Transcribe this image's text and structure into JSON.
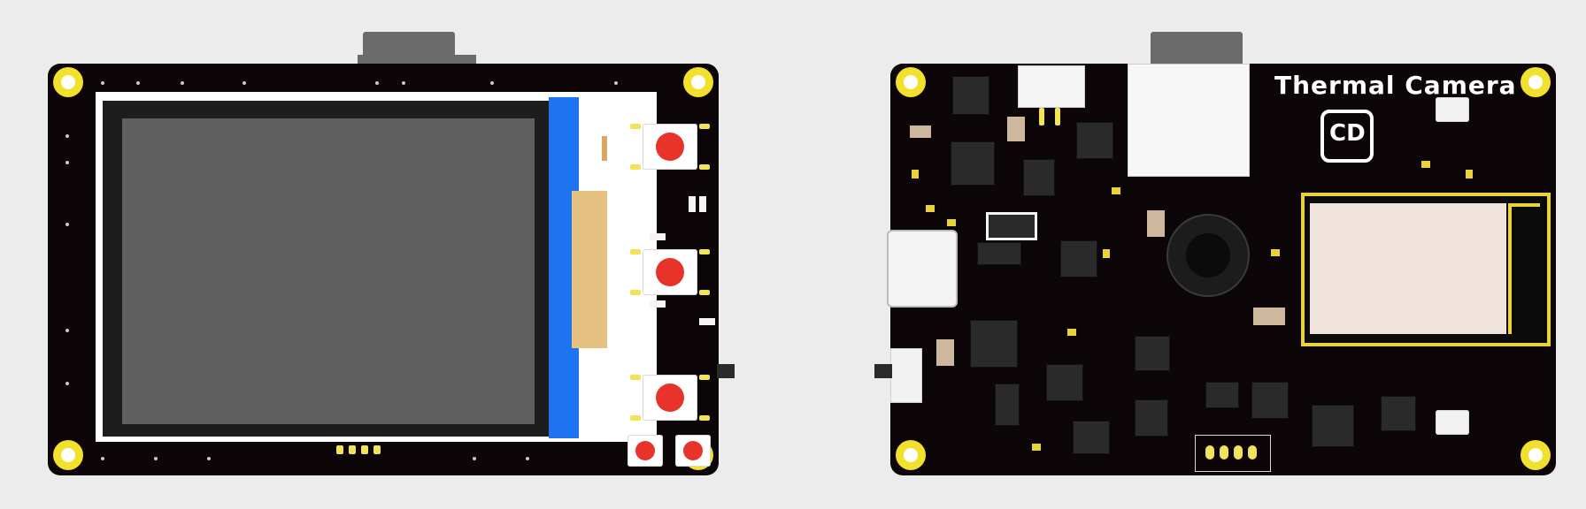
{
  "title": "Thermal Camera",
  "logo_text": "CD",
  "colors": {
    "background": "#ececec",
    "pcb": "#0d0608",
    "pad_gold": "#f1e12c",
    "button_cap": "#e8332b",
    "screen": "#5f5f5f",
    "flex_cable": "#1e73f0",
    "wifi_module": "#f1e4dc"
  },
  "boards": [
    {
      "side": "front",
      "parts": [
        "lcd-screen",
        "tactile-button",
        "tactile-button",
        "tactile-button",
        "tactile-button",
        "tactile-button"
      ]
    },
    {
      "side": "back",
      "parts": [
        "usb-c-connector",
        "wifi-module",
        "buzzer",
        "sd-card-slot",
        "battery-connector",
        "slide-switch"
      ]
    }
  ]
}
